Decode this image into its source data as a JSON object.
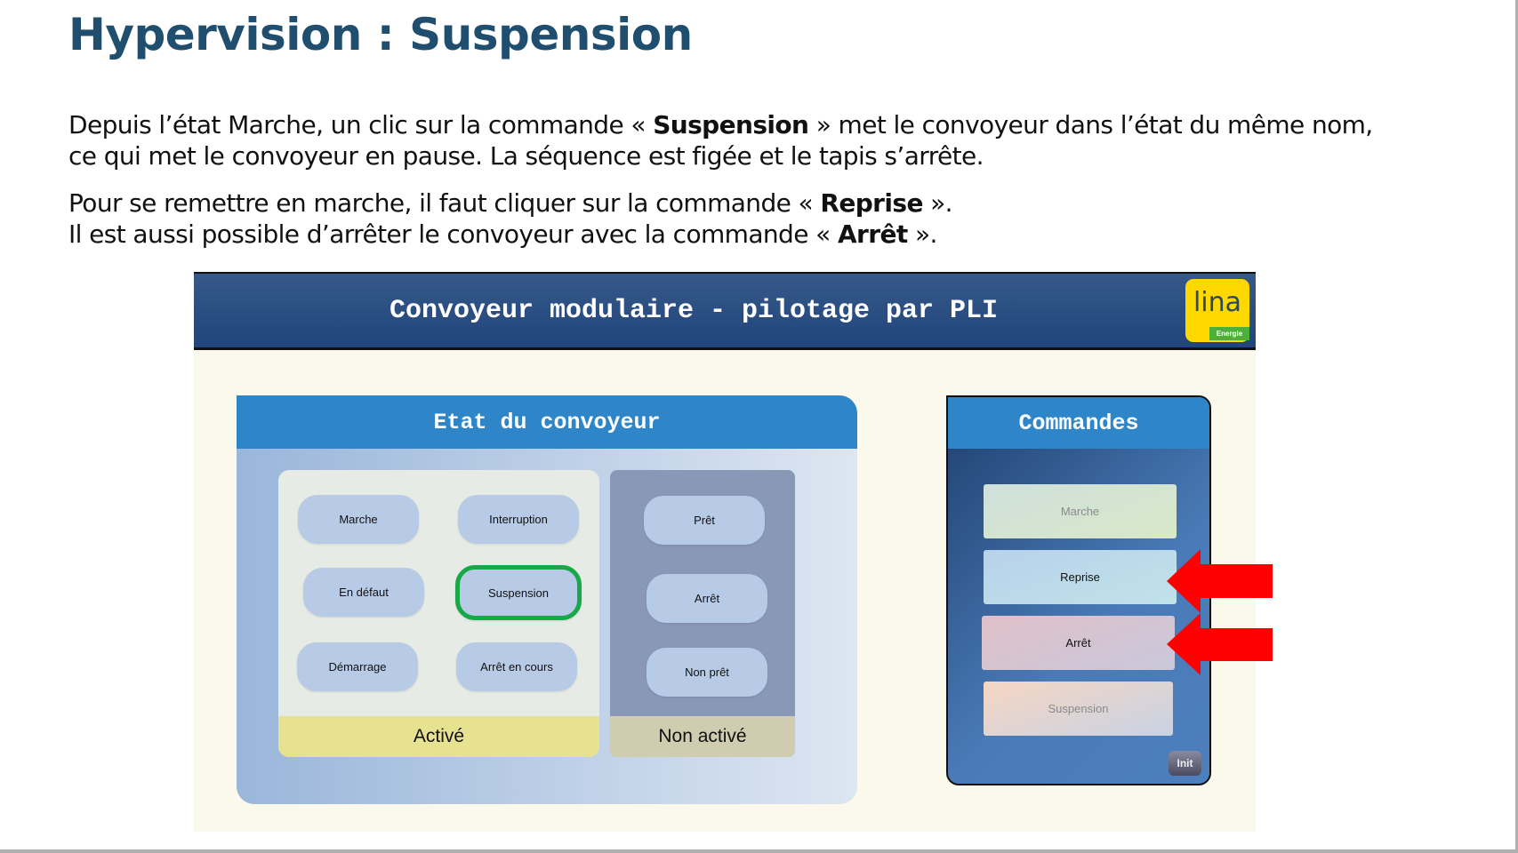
{
  "slide": {
    "title": "Hypervision : Suspension",
    "p1": [
      "Depuis l’état Marche, un clic sur la commande « ",
      "Suspension",
      " » met le convoyeur dans l’état du même nom,"
    ],
    "p1_line2": "ce qui met le convoyeur en pause. La séquence est figée et le tapis s’arrête.",
    "p2": [
      "Pour se remettre en marche, il faut cliquer sur la commande « ",
      "Reprise",
      " »."
    ],
    "p3": [
      "Il est aussi possible d’arrêter le convoyeur avec la commande « ",
      "Arrêt",
      " »."
    ]
  },
  "app": {
    "header_title": "Convoyeur modulaire - pilotage par PLI",
    "logo_text": "lina",
    "logo_sub": "Energie",
    "state_panel": {
      "title": "Etat du convoyeur",
      "active_label": "Activé",
      "inactive_label": "Non activé",
      "active_states": [
        "Marche",
        "Interruption",
        "En défaut",
        "Suspension",
        "Démarrage",
        "Arrêt en cours"
      ],
      "inactive_states": [
        "Prêt",
        "Arrêt",
        "Non prêt"
      ],
      "current_state": "Suspension"
    },
    "commands_panel": {
      "title": "Commandes",
      "buttons": [
        "Marche",
        "Reprise",
        "Arrêt",
        "Suspension"
      ],
      "init_label": "Init"
    },
    "colors": {
      "highlight": "#18a84a",
      "arrow": "#ff0000",
      "header": "#2e86c8"
    }
  }
}
